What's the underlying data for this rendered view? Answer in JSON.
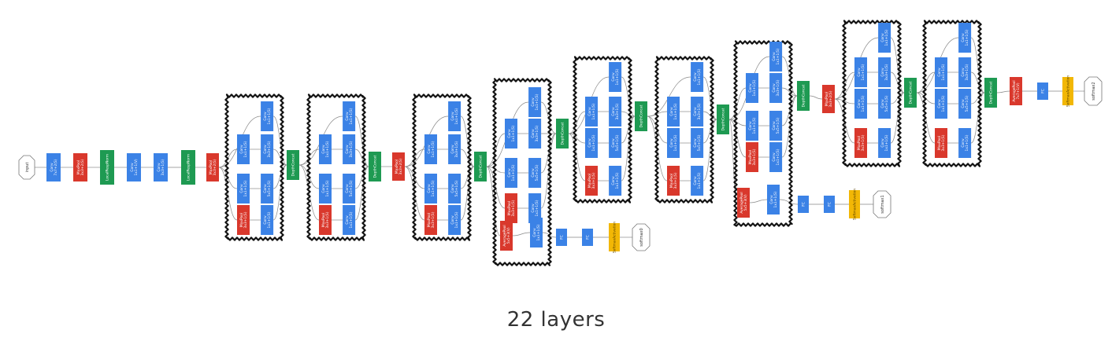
{
  "caption": "22 layers",
  "colors": {
    "conv": "#3b82e6",
    "pool": "#d9382c",
    "concat": "#1e9a52",
    "softmax": "#f2b705",
    "frame": "#111111",
    "edge": "#888888"
  },
  "labels": {
    "input": "input",
    "conv7": "Conv\n7x7+2(S)",
    "maxpool_s": "MaxPool\n3x3+2(S)",
    "lrn": "LocalRespNorm",
    "conv1v": "Conv\n1x1+1(V)",
    "conv3s": "Conv\n3x3+1(S)",
    "conv1s": "Conv\n1x1+1(S)",
    "conv5s": "Conv\n5x5+1(S)",
    "maxpool1": "MaxPool\n3x3+1(S)",
    "concat": "DepthConcat",
    "avgpool_aux": "AveragePool\n5x5+3(V)",
    "avgpool_final": "AveragePool\n7x7+1(V)",
    "fc": "FC",
    "softmax_act": "SoftmaxActivation",
    "softmax0": "softmax0",
    "softmax1": "softmax1",
    "softmax2": "softmax2"
  }
}
